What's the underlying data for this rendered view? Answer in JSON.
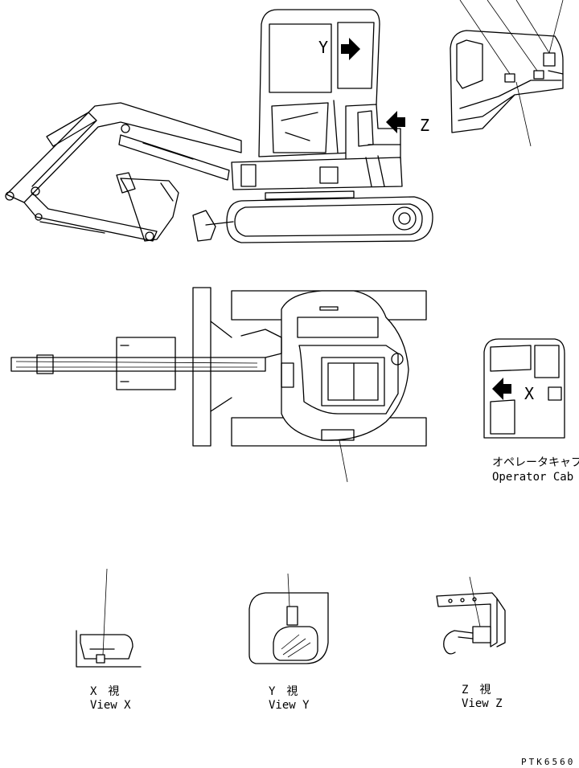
{
  "labels": {
    "view_letter_y": "Y",
    "view_letter_z": "Z",
    "view_letter_x": "X",
    "cab_label_jp": "オペレータキャブ",
    "cab_label_en": "Operator Cab",
    "view_x_jp": "X　視",
    "view_x_en": "View X",
    "view_y_jp": "Y　視",
    "view_y_en": "View Y",
    "view_z_jp": "Z　視",
    "view_z_en": "View Z",
    "drawing_code": "PTK6560"
  }
}
